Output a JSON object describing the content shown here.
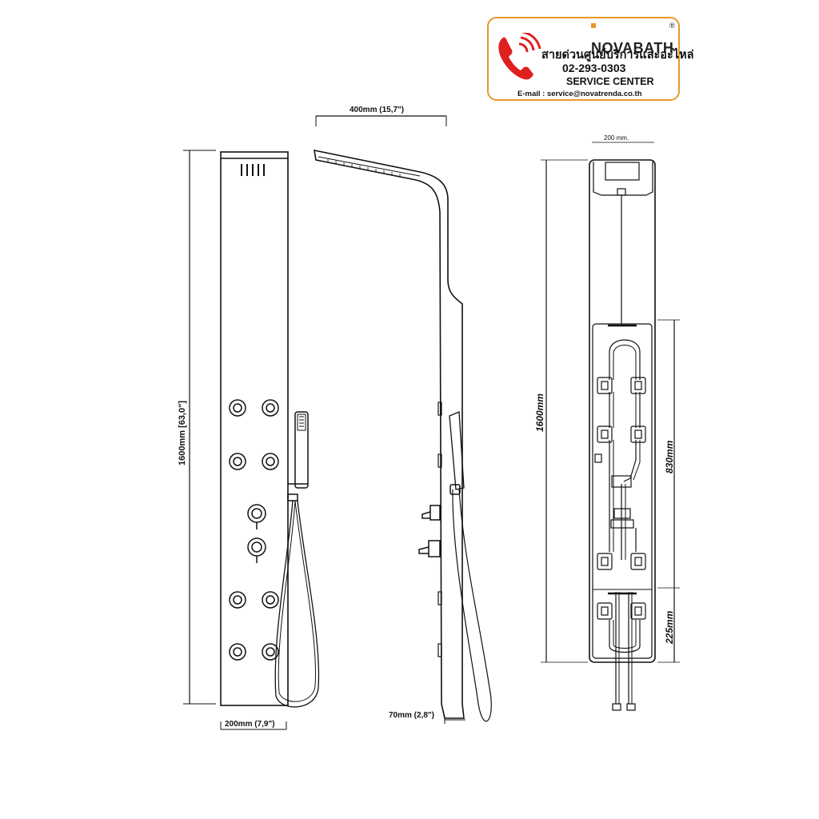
{
  "badge": {
    "brand": "NOVABATH",
    "registered_mark": "®",
    "hotline": "สายด่วนศูนย์บริการและอะไหล่",
    "phone": "02-293-0303",
    "service": "SERVICE  CENTER",
    "email": "E-mail  :  service@novatrenda.co.th"
  },
  "dimensions": {
    "front_height": "1600mm [63,0\"]",
    "front_width": "200mm (7,9\")",
    "side_head_width": "400mm (15,7\")",
    "side_depth": "70mm (2,8\")",
    "rear_width": "200 mm.",
    "rear_height": "1600mm",
    "rear_mid": "830mm",
    "rear_bottom": "225mm"
  },
  "colors": {
    "line": "#111111",
    "badge_border": "#e8972a",
    "phone_icon": "#e02020"
  }
}
